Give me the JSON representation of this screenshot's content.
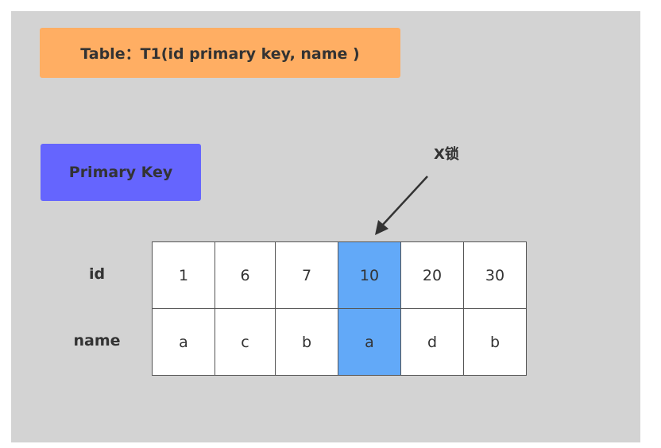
{
  "title": "Table：T1(id  primary  key, name )",
  "index_label": "Primary  Key",
  "lock_label": "X锁",
  "colors": {
    "canvas": "#d3d3d3",
    "title_box": "#ffae63",
    "index_box": "#6565fe",
    "highlight": "#62a9f8"
  },
  "rows": [
    {
      "label": "id",
      "cells": [
        "1",
        "6",
        "7",
        "10",
        "20",
        "30"
      ]
    },
    {
      "label": "name",
      "cells": [
        "a",
        "c",
        "b",
        "a",
        "d",
        "b"
      ]
    }
  ],
  "highlight_column": 3
}
